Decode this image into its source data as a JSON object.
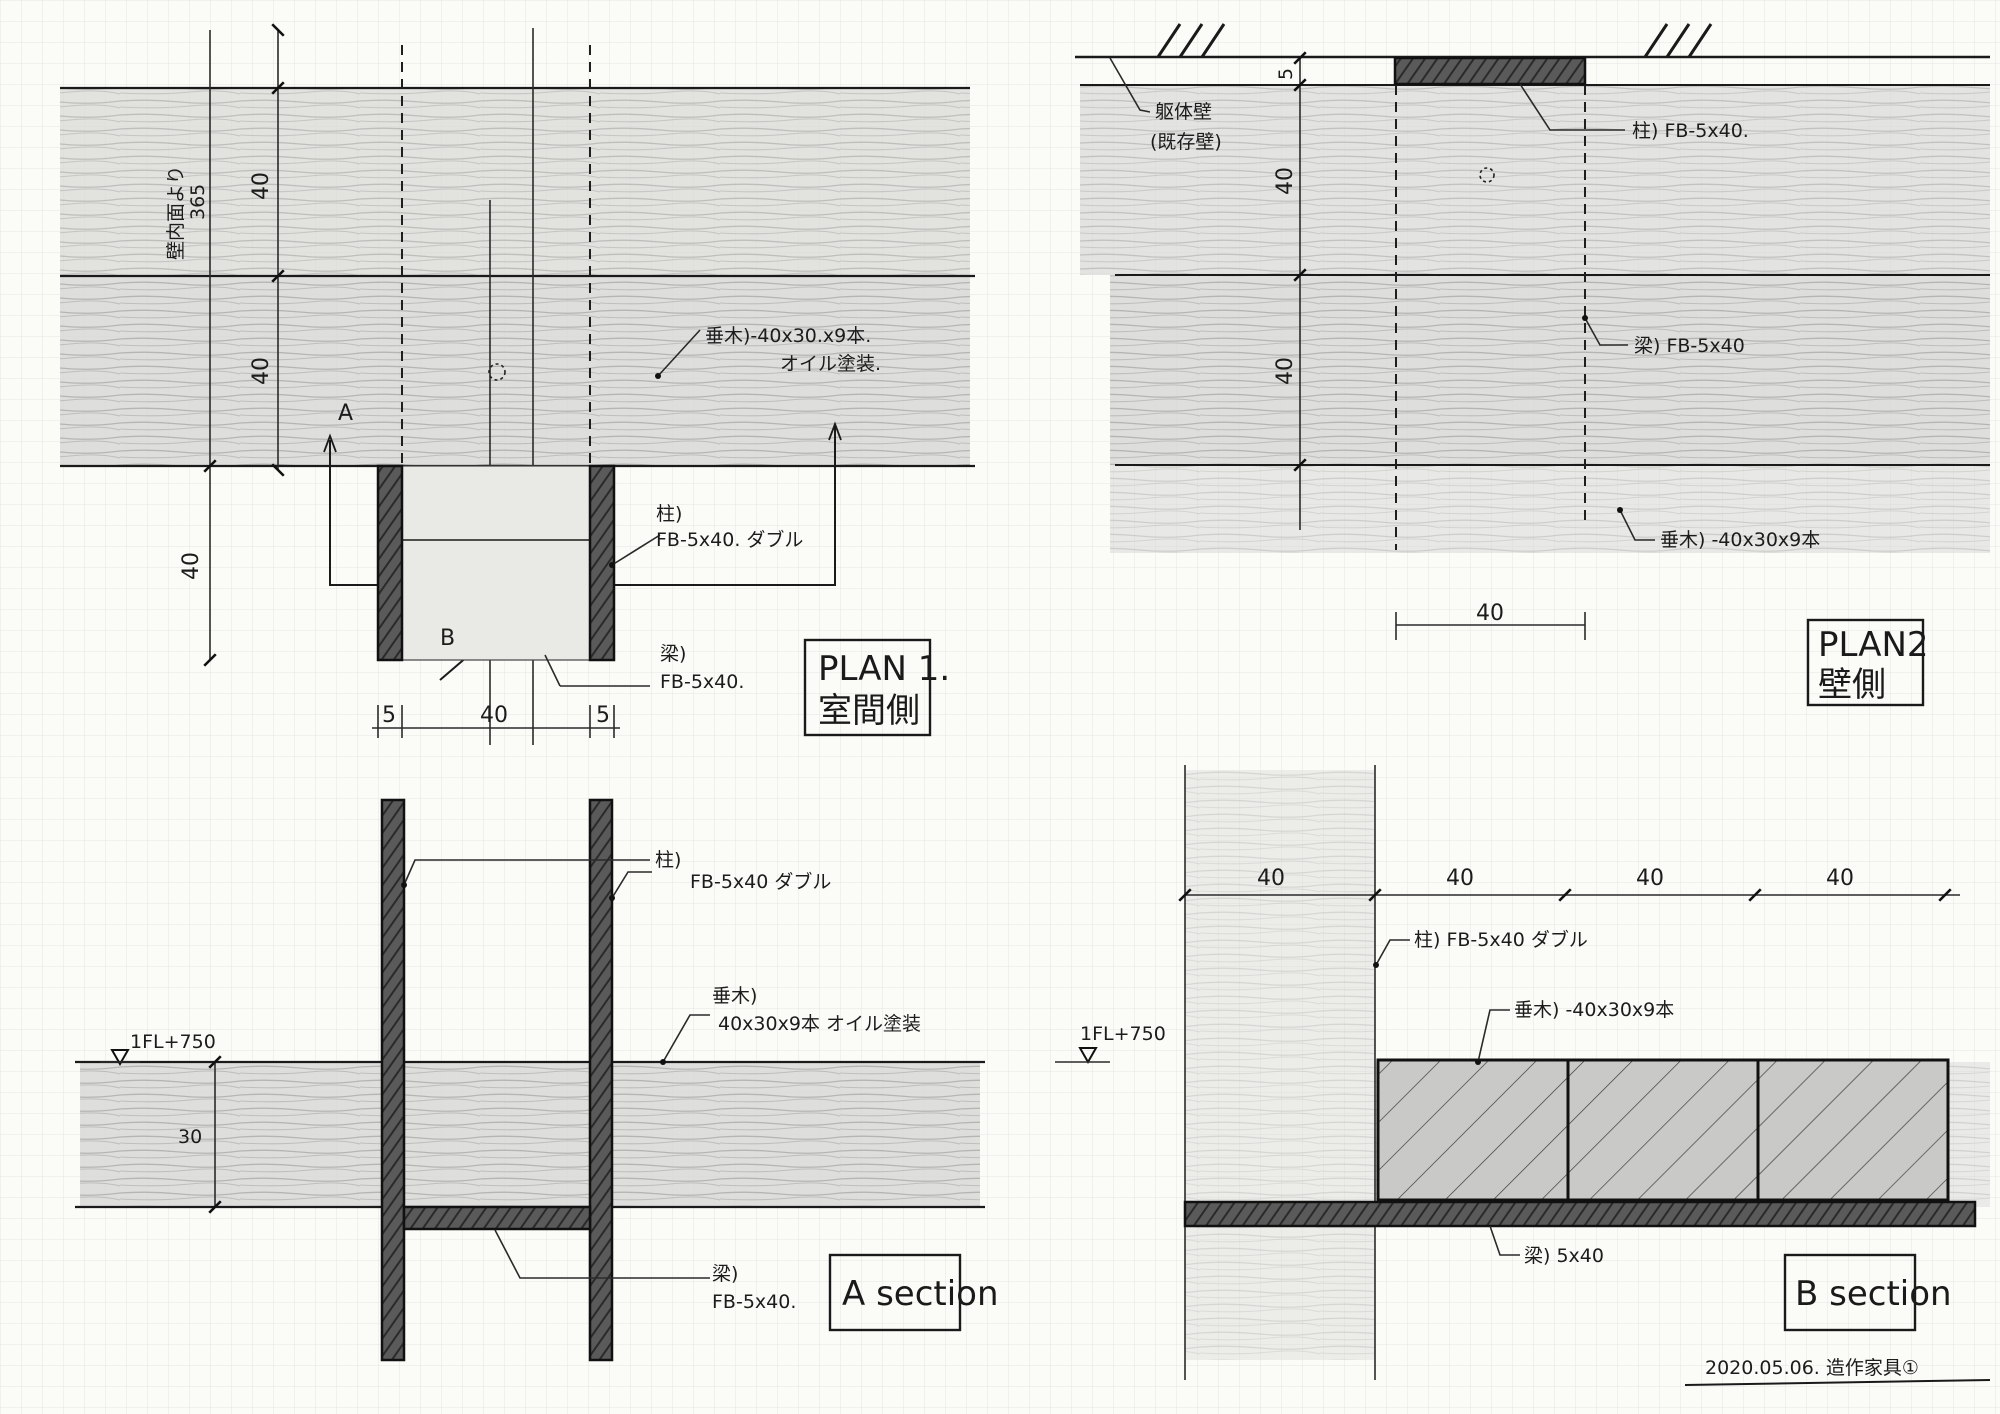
{
  "plan1": {
    "title_line1": "PLAN 1.",
    "title_line2": "室間側",
    "section_mark_a": "A",
    "section_mark_b": "B",
    "dim_vertical_upper": "40",
    "dim_vertical_middle": "40",
    "dim_vertical_lower": "40",
    "dim_wall_face": "壁内面より",
    "dim_wall_face_value": "365",
    "dim_bottom_left": "5",
    "dim_bottom_center": "40",
    "dim_bottom_right": "5",
    "note_slats_line1": "垂木)-40x30.x9本.",
    "note_slats_line2": "オイル塗装.",
    "note_post_line1": "柱)",
    "note_post_line2": "FB-5x40. ダブル",
    "note_beam_line1": "梁)",
    "note_beam_line2": "FB-5x40."
  },
  "plan2": {
    "title_line1": "PLAN2",
    "title_line2": "壁側",
    "dim_top": "5",
    "dim_vertical_upper": "40",
    "dim_vertical_lower": "40",
    "dim_bottom": "40",
    "note_wall_line1": "躯体壁",
    "note_wall_line2": "(既存壁)",
    "note_post": "柱) FB-5x40.",
    "note_beam": "梁) FB-5x40",
    "note_slats": "垂木) -40x30x9本"
  },
  "section_a": {
    "title": "A section",
    "level": "1FL+750",
    "dim_height": "30",
    "note_post_line1": "柱)",
    "note_post_line2": "FB-5x40 ダブル",
    "note_slats_line1": "垂木)",
    "note_slats_line2": "40x30x9本 オイル塗装",
    "note_beam_line1": "梁)",
    "note_beam_line2": "FB-5x40."
  },
  "section_b": {
    "title": "B section",
    "level": "1FL+750",
    "dims": [
      "40",
      "40",
      "40",
      "40"
    ],
    "note_post": "柱) FB-5x40 ダブル",
    "note_slats": "垂木) -40x30x9本",
    "note_beam": "梁) 5x40"
  },
  "footer": {
    "date_note": "2020.05.06. 造作家具①"
  },
  "colors": {
    "ink": "#1a1a1a",
    "paper": "#fbfbf8",
    "pencil_shade": "#b9b9b9",
    "grid": "#e4e6e2"
  }
}
